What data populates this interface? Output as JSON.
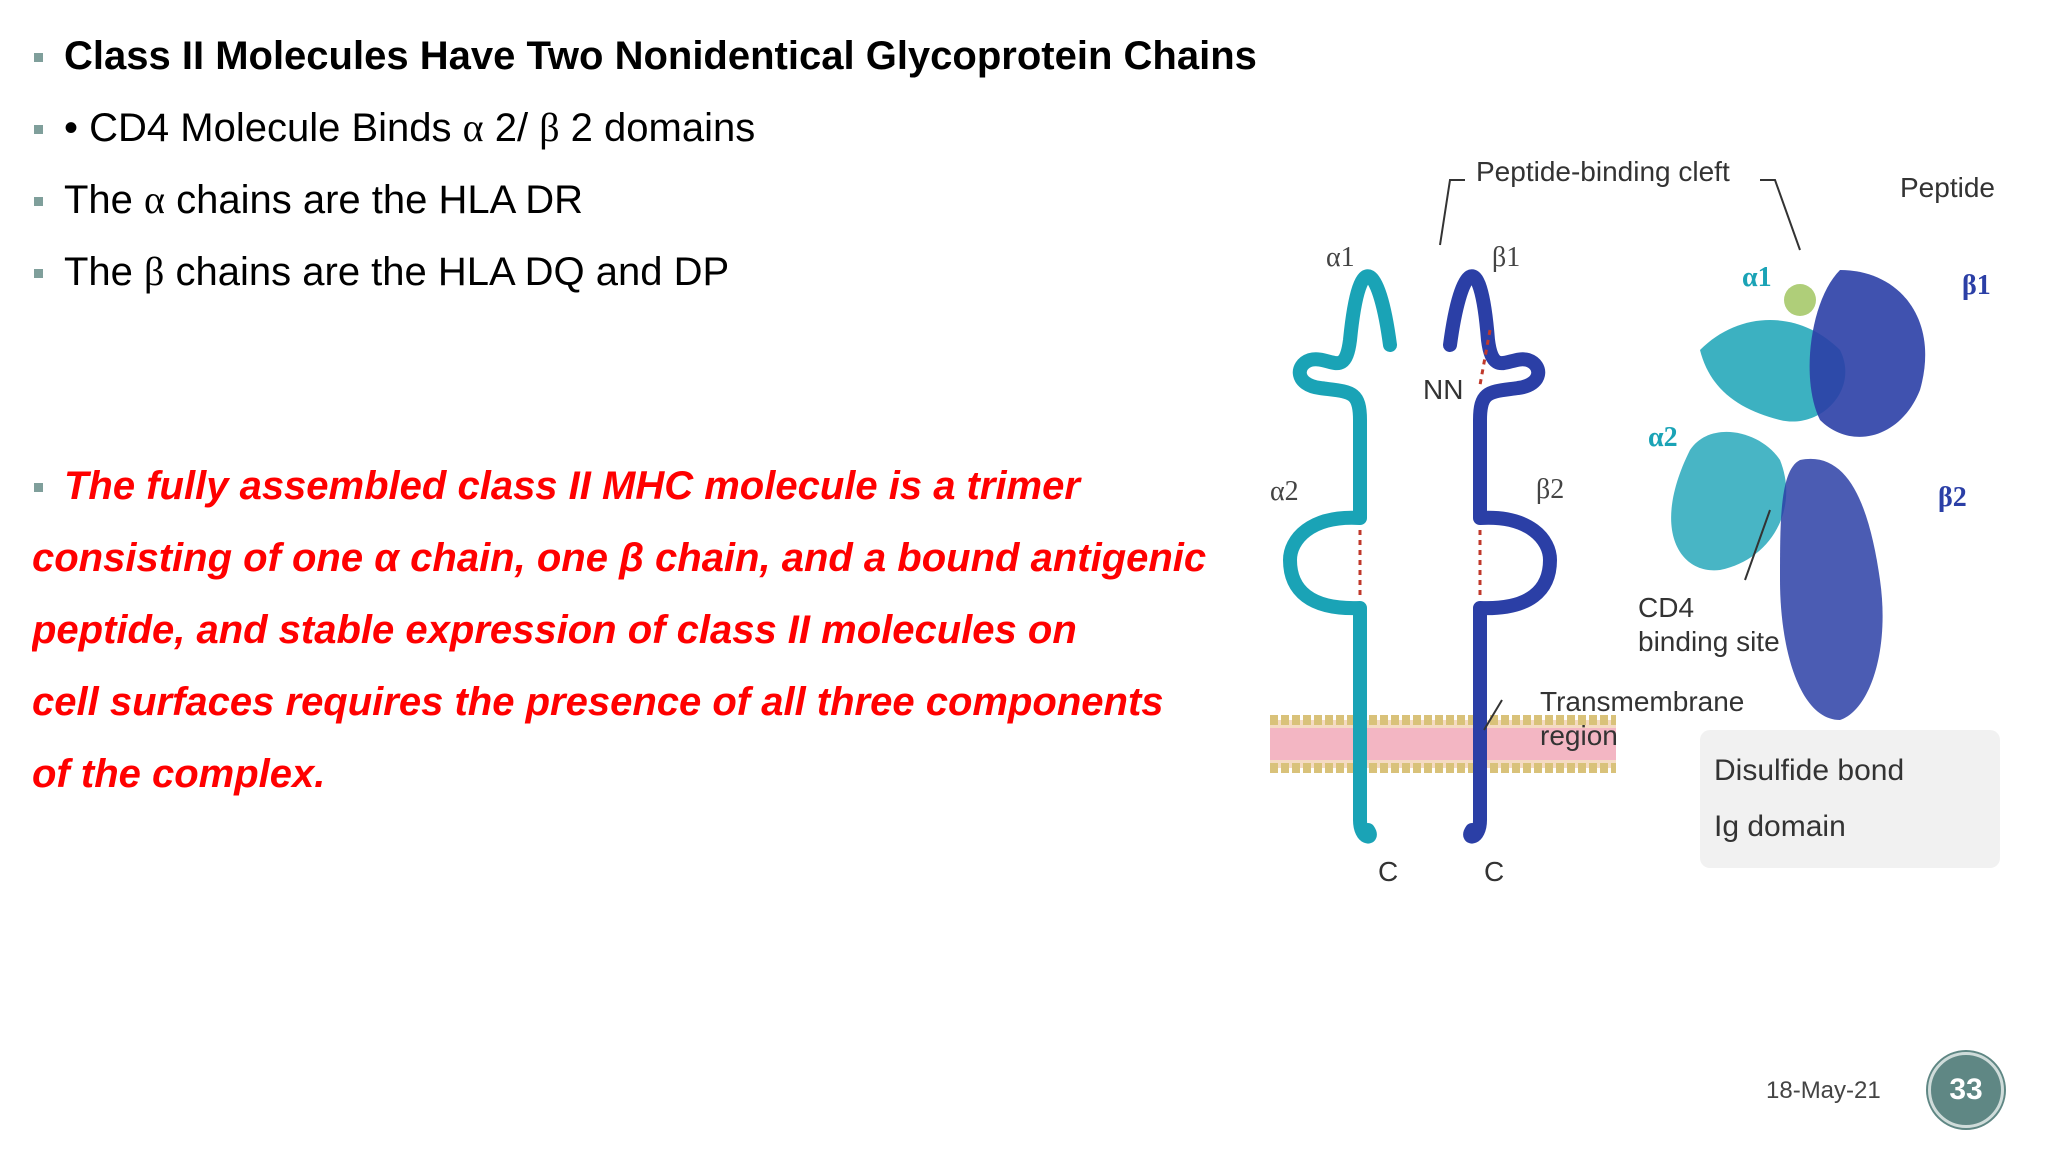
{
  "slide": {
    "bullets": {
      "b1": "Class II Molecules Have Two Nonidentical Glycoprotein Chains",
      "b2_pre": "• CD4 Molecule Binds ",
      "b2_alpha": "α",
      "b2_mid": " 2/ ",
      "b2_beta": "β",
      "b2_post": " 2 domains",
      "b3_pre": "The ",
      "b3_greek": "α",
      "b3_post": " chains are the HLA DR",
      "b4_pre": "The ",
      "b4_greek": "β",
      "b4_post": " chains are the HLA DQ and DP"
    },
    "red_paragraph": [
      "The fully assembled class II MHC molecule is a trimer",
      "consisting of one α chain, one β chain, and a bound antigenic",
      "peptide, and stable expression of class II molecules on",
      "cell surfaces requires the presence of all three components",
      "of the complex."
    ],
    "figure": {
      "labels": {
        "peptide_cleft": "Peptide-binding cleft",
        "peptide": "Peptide",
        "a1": "α1",
        "b1": "β1",
        "nn": "NN",
        "a2": "α2",
        "b2": "β2",
        "c_left": "C",
        "c_right": "C",
        "cd4_1": "CD4",
        "cd4_2": "binding site",
        "tm_1": "Transmembrane",
        "tm_2": "region",
        "ribbon_a1": "α1",
        "ribbon_b1": "β1",
        "ribbon_a2": "α2",
        "ribbon_b2": "β2"
      },
      "legend": {
        "disulfide": "Disulfide bond",
        "ig": "Ig domain"
      },
      "colors": {
        "alpha_chain": "#1aa3b6",
        "beta_chain": "#2b3fa6",
        "membrane": "#f3b6c3",
        "lipid_heads": "#d9c27a"
      }
    },
    "footer": {
      "date": "18-May-21",
      "page_number": "33"
    }
  }
}
